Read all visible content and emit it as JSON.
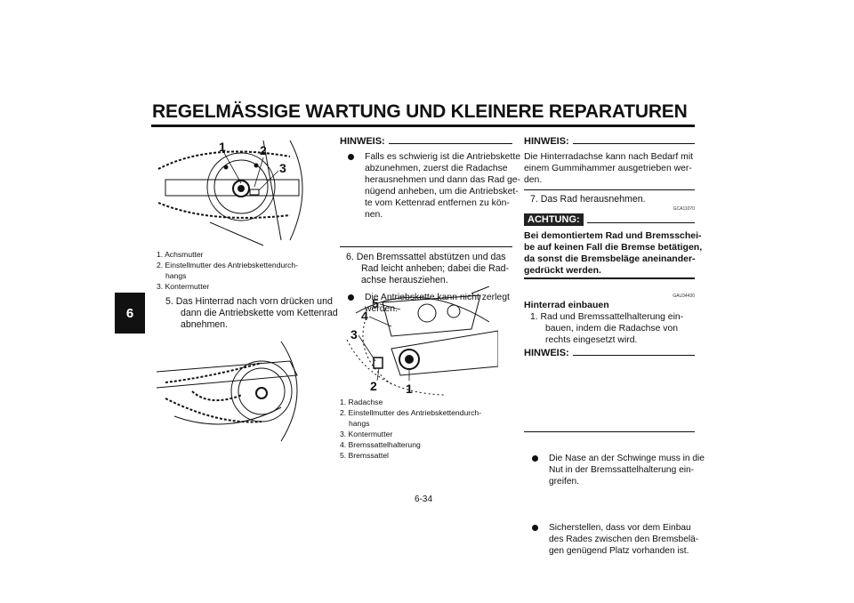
{
  "title": "REGELMÄSSIGE WARTUNG UND KLEINERE REPARATUREN",
  "chapter_tab": "6",
  "page_number": "6-34",
  "figure1": {
    "callouts": [
      "1",
      "2",
      "3"
    ],
    "captions": [
      "1. Achsmutter",
      "2. Einstellmutter des Antriebskettendurch-",
      "hangs",
      "3. Kontermutter"
    ]
  },
  "step5": [
    "5. Das Hinterrad nach vorn drücken und",
    "dann die Antriebskette vom Kettenrad",
    "abnehmen."
  ],
  "hinweis_label": "HINWEIS:",
  "hinweis1": [
    [
      "Falls es schwierig ist die Antriebskette",
      "abzunehmen, zuerst die Radachse",
      "herausnehmen und dann das Rad ge-",
      "nügend anheben, um die Antriebsket-",
      "te vom Kettenrad entfernen zu kön-",
      "nen."
    ],
    [
      "Die Antriebskette kann nicht zerlegt",
      "werden."
    ]
  ],
  "step6": [
    "6. Den Bremssattel abstützen und das",
    "Rad leicht anheben; dabei die Rad-",
    "achse herausziehen."
  ],
  "figure3": {
    "callouts": [
      "5",
      "4",
      "3",
      "2",
      "1"
    ],
    "captions": [
      "1. Radachse",
      "2. Einstellmutter des Antriebskettendurch-",
      "hangs",
      "3. Kontermutter",
      "4. Bremssattelhalterung",
      "5. Bremssattel"
    ]
  },
  "hinweis2_text": [
    "Die Hinterradachse kann nach Bedarf mit",
    "einem Gummihammer ausgetrieben wer-",
    "den."
  ],
  "step7": "7. Das Rad herausnehmen.",
  "code1": "GCA11070",
  "achtung_label": "ACHTUNG:",
  "achtung_text": [
    "Bei demontiertem Rad und Bremsschei-",
    "be auf keinen Fall die Bremse betätigen,",
    "da sonst die Bremsbeläge aneinander-",
    "gedrückt werden."
  ],
  "code2": "GAU34430",
  "section_heading": "Hinterrad einbauen",
  "step1": [
    "1. Rad und Bremssattelhalterung ein-",
    "bauen, indem die Radachse von",
    "rechts eingesetzt wird."
  ],
  "hinweis3": [
    [
      "Die Nase an der Schwinge muss in die",
      "Nut in der Bremssattelhalterung ein-",
      "greifen."
    ],
    [
      "Sicherstellen, dass vor dem Einbau",
      "des Rades zwischen den Bremsbelä-",
      "gen genügend Platz vorhanden ist."
    ]
  ]
}
